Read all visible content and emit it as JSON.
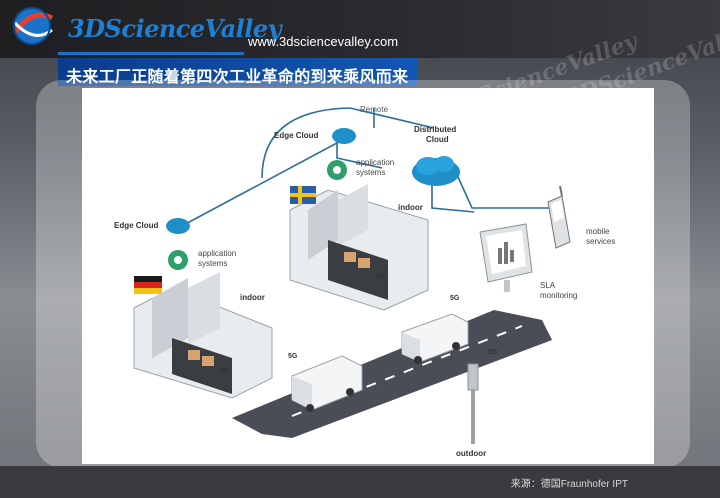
{
  "header": {
    "logo_text": "3DScienceValley",
    "url": "www.3dsciencevalley.com",
    "title": "未来工厂正随着第四次工业革命的到来乘风而来"
  },
  "diagram": {
    "labels": {
      "remote": "Remote",
      "edge_cloud": "Edge Cloud",
      "distributed_cloud_1": "Distributed",
      "distributed_cloud_2": "Cloud",
      "application_1": "application",
      "application_2": "systems",
      "indoor": "indoor",
      "mobile_1": "mobile",
      "mobile_2": "services",
      "sla_1": "SLA",
      "sla_2": "monitoring",
      "signal": "5G",
      "outdoor": "outdoor"
    }
  },
  "footer": {
    "source": "来源：德国Fraunhofer IPT"
  },
  "colors": {
    "accent_blue": "#1a6fd0",
    "cloud_blue": "#1e8fc9",
    "gear_green": "#2e9e6b",
    "road_gray": "#4a4d55"
  }
}
